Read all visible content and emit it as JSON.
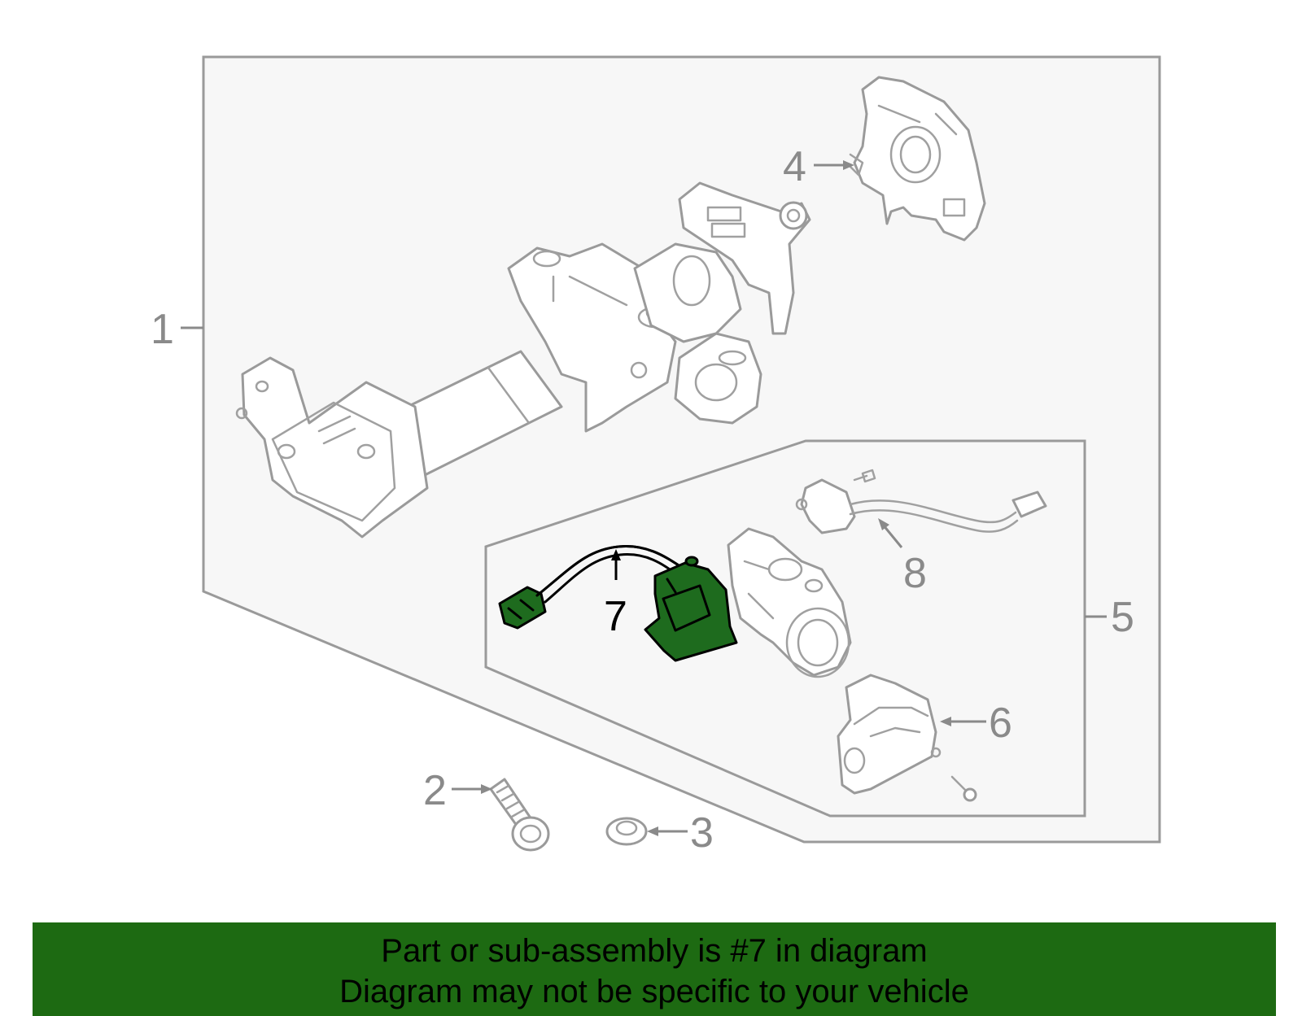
{
  "callouts": {
    "c1": "1",
    "c2": "2",
    "c3": "3",
    "c4": "4",
    "c5": "5",
    "c6": "6",
    "c7": "7",
    "c8": "8"
  },
  "highlight_color": "#1d6a12",
  "banner": {
    "line1": "Part or sub-assembly is #7 in diagram",
    "line2": "Diagram may not be specific to your vehicle"
  }
}
